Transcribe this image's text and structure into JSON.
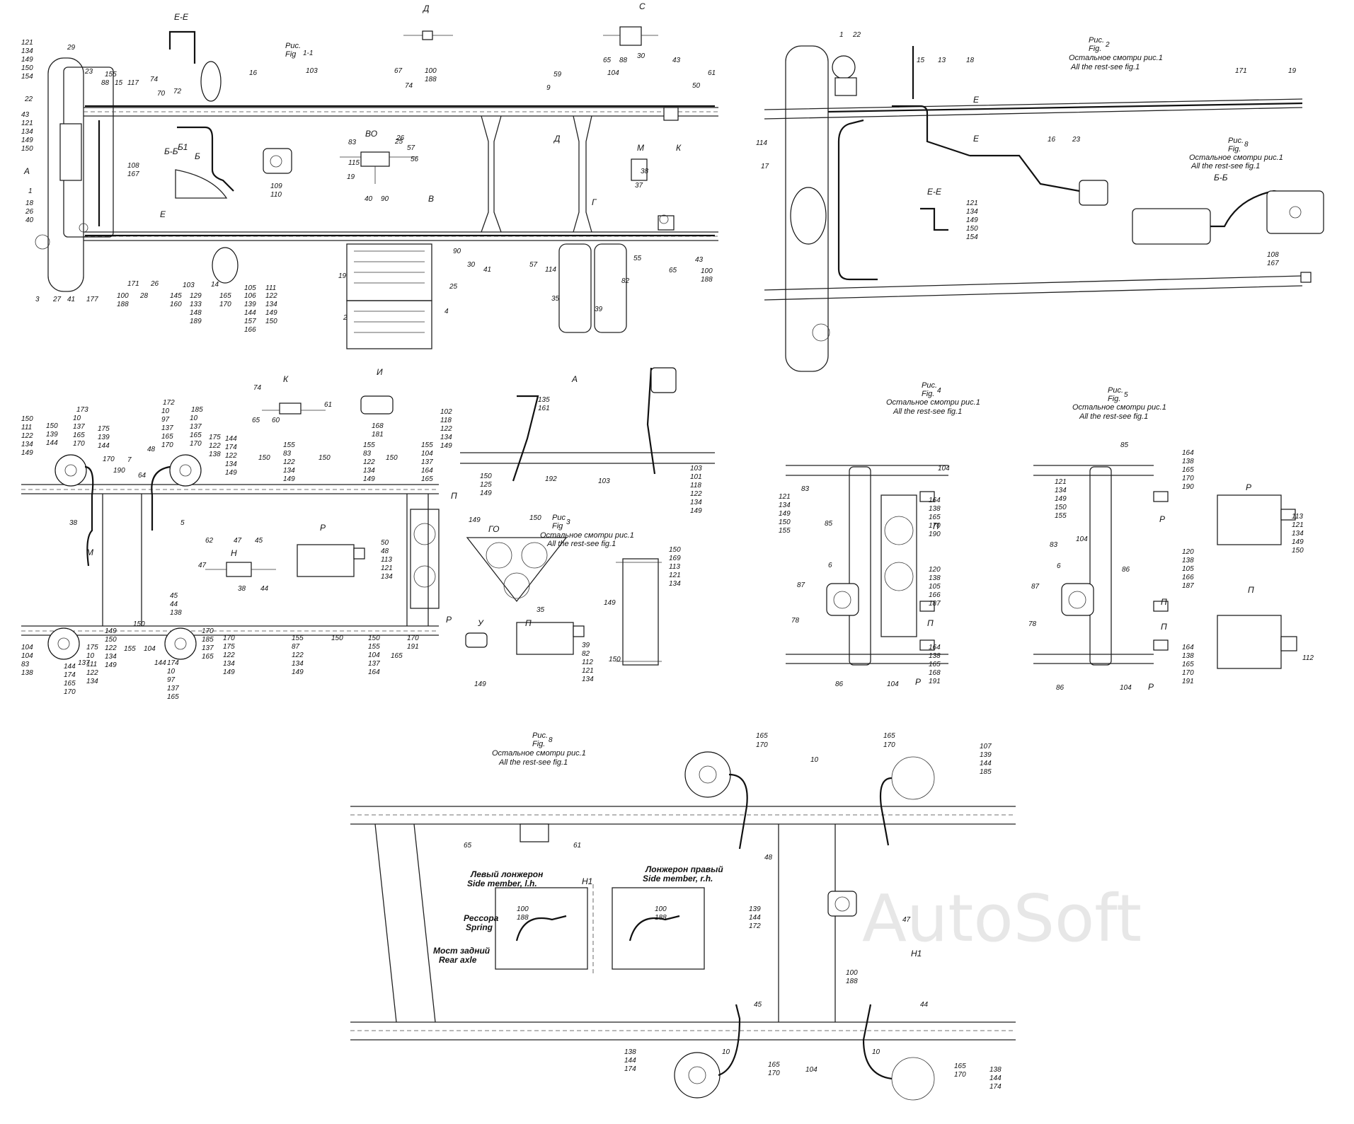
{
  "watermark": "AutoSoft",
  "fig1": {
    "caption_ru": "Рис.",
    "caption_en": "Fig",
    "caption_num": "1-1",
    "views": [
      "Е-Е",
      "Д",
      "С",
      "ВО",
      "М",
      "Б-Б",
      "Б1",
      "Б",
      "Е",
      "А",
      "В",
      "Г",
      "К",
      "Д"
    ],
    "labels": [
      "121",
      "134",
      "149",
      "150",
      "154",
      "29",
      "23",
      "22",
      "1",
      "18",
      "26",
      "40",
      "3",
      "27",
      "41",
      "177",
      "100",
      "188",
      "171",
      "28",
      "26",
      "145",
      "160",
      "103",
      "129",
      "133",
      "148",
      "189",
      "14",
      "165",
      "170",
      "105",
      "106",
      "139",
      "144",
      "157",
      "166",
      "111",
      "122",
      "134",
      "149",
      "150",
      "108",
      "167",
      "70",
      "72",
      "16",
      "109",
      "110",
      "103",
      "67",
      "74",
      "100",
      "188",
      "19",
      "2",
      "25",
      "4",
      "30",
      "90",
      "41",
      "57",
      "114",
      "35",
      "39",
      "82",
      "55",
      "65",
      "43",
      "100",
      "188",
      "50",
      "61",
      "9",
      "59",
      "104",
      "65",
      "88",
      "30",
      "43",
      "83",
      "26",
      "25",
      "57",
      "56",
      "115",
      "19",
      "40",
      "90",
      "37",
      "38",
      "43",
      "121",
      "134",
      "149",
      "150",
      "155",
      "88",
      "15",
      "117",
      "74",
      "67"
    ]
  },
  "fig2": {
    "caption_ru": "Рис.",
    "caption_en": "Fig.",
    "caption_num": "2",
    "note_ru": "Остальное смотри рис.1",
    "note_en": "All the rest-see fig.1",
    "views": [
      "Е",
      "Е",
      "Е-Е"
    ],
    "labels": [
      "1",
      "22",
      "15",
      "13",
      "18",
      "171",
      "19",
      "23",
      "16",
      "114",
      "17",
      "121",
      "134",
      "149",
      "150",
      "154"
    ]
  },
  "fig8_small": {
    "caption_ru": "Рис.",
    "caption_en": "Fig.",
    "caption_num": "8",
    "note_ru": "Остальное смотри рис.1",
    "note_en": "All the rest-see fig.1",
    "view": "Б-Б",
    "labels": [
      "108",
      "167"
    ]
  },
  "fig3": {
    "caption_ru": "Рис",
    "caption_en": "Fig",
    "caption_num": "3",
    "note_ru": "Остальное смотри рис.1",
    "note_en": "All the rest-see fig.1",
    "views": [
      "К",
      "И",
      "А",
      "Н",
      "Р",
      "П",
      "ГО",
      "У",
      "П",
      "Р",
      "М"
    ],
    "labels": [
      "74",
      "65",
      "60",
      "61",
      "168",
      "181",
      "135",
      "161",
      "102",
      "118",
      "122",
      "134",
      "149",
      "150",
      "125",
      "149",
      "192",
      "103",
      "103",
      "101",
      "118",
      "122",
      "134",
      "149",
      "150",
      "111",
      "122",
      "134",
      "149",
      "150",
      "139",
      "144",
      "173",
      "10",
      "137",
      "165",
      "170",
      "175",
      "139",
      "144",
      "172",
      "10",
      "97",
      "137",
      "165",
      "170",
      "185",
      "10",
      "137",
      "165",
      "170",
      "175",
      "122",
      "138",
      "144",
      "174",
      "122",
      "134",
      "149",
      "150",
      "155",
      "83",
      "122",
      "134",
      "149",
      "150",
      "155",
      "83",
      "122",
      "134",
      "149",
      "150",
      "155",
      "104",
      "137",
      "164",
      "165",
      "170",
      "190",
      "7",
      "48",
      "64",
      "38",
      "5",
      "62",
      "47",
      "45",
      "47",
      "38",
      "44",
      "50",
      "48",
      "113",
      "121",
      "134",
      "149",
      "150",
      "35",
      "39",
      "82",
      "112",
      "121",
      "134",
      "149",
      "150",
      "169",
      "113",
      "121",
      "134",
      "149",
      "150",
      "104",
      "104",
      "83",
      "138",
      "144",
      "174",
      "165",
      "170",
      "137",
      "175",
      "10",
      "111",
      "122",
      "134",
      "149",
      "150",
      "122",
      "134",
      "149",
      "150",
      "155",
      "104",
      "45",
      "44",
      "138",
      "144",
      "174",
      "10",
      "97",
      "137",
      "165",
      "170",
      "185",
      "137",
      "165",
      "170",
      "175",
      "122",
      "134",
      "149",
      "150",
      "155",
      "87",
      "122",
      "134",
      "149",
      "150",
      "155",
      "104",
      "137",
      "164",
      "165",
      "170",
      "191"
    ]
  },
  "fig4": {
    "caption_ru": "Рис.",
    "caption_en": "Fig.",
    "caption_num": "4",
    "note_ru": "Остальное смотри рис.1",
    "note_en": "All the rest-see fig.1",
    "views": [
      "П",
      "П",
      "Р"
    ],
    "labels": [
      "83",
      "121",
      "134",
      "149",
      "150",
      "155",
      "85",
      "104",
      "164",
      "138",
      "165",
      "170",
      "190",
      "6",
      "87",
      "78",
      "86",
      "104",
      "120",
      "138",
      "105",
      "166",
      "187",
      "164",
      "138",
      "165",
      "168",
      "191"
    ]
  },
  "fig5": {
    "caption_ru": "Рис.",
    "caption_en": "Fig.",
    "caption_num": "5",
    "note_ru": "Остальное смотри рис.1",
    "note_en": "All the rest-see fig.1",
    "views": [
      "Р",
      "П",
      "П",
      "Р",
      "Р",
      "П"
    ],
    "labels": [
      "85",
      "121",
      "134",
      "149",
      "150",
      "155",
      "104",
      "164",
      "138",
      "165",
      "170",
      "190",
      "83",
      "6",
      "86",
      "87",
      "78",
      "86",
      "104",
      "120",
      "138",
      "105",
      "166",
      "187",
      "164",
      "138",
      "165",
      "170",
      "191",
      "113",
      "121",
      "134",
      "149",
      "150",
      "112"
    ]
  },
  "fig8": {
    "caption_ru": "Рис.",
    "caption_en": "Fig.",
    "caption_num": "8",
    "note_ru": "Остальное смотри рис.1",
    "note_en": "All the rest-see fig.1",
    "views": [
      "Н1",
      "Н1"
    ],
    "callouts": {
      "side_member_lh_ru": "Левый лонжерон",
      "side_member_lh_en": "Side member, l.h.",
      "side_member_rh_ru": "Лонжерон правый",
      "side_member_rh_en": "Side member, r.h.",
      "spring_ru": "Рессора",
      "spring_en": "Spring",
      "rear_axle_ru": "Мост задний",
      "rear_axle_en": "Rear axle"
    },
    "labels": [
      "165",
      "170",
      "10",
      "165",
      "170",
      "107",
      "139",
      "144",
      "185",
      "65",
      "61",
      "48",
      "47",
      "100",
      "188",
      "100",
      "188",
      "139",
      "144",
      "172",
      "100",
      "188",
      "45",
      "44",
      "138",
      "144",
      "174",
      "10",
      "165",
      "170",
      "104",
      "10",
      "165",
      "170",
      "138",
      "144",
      "174"
    ]
  }
}
